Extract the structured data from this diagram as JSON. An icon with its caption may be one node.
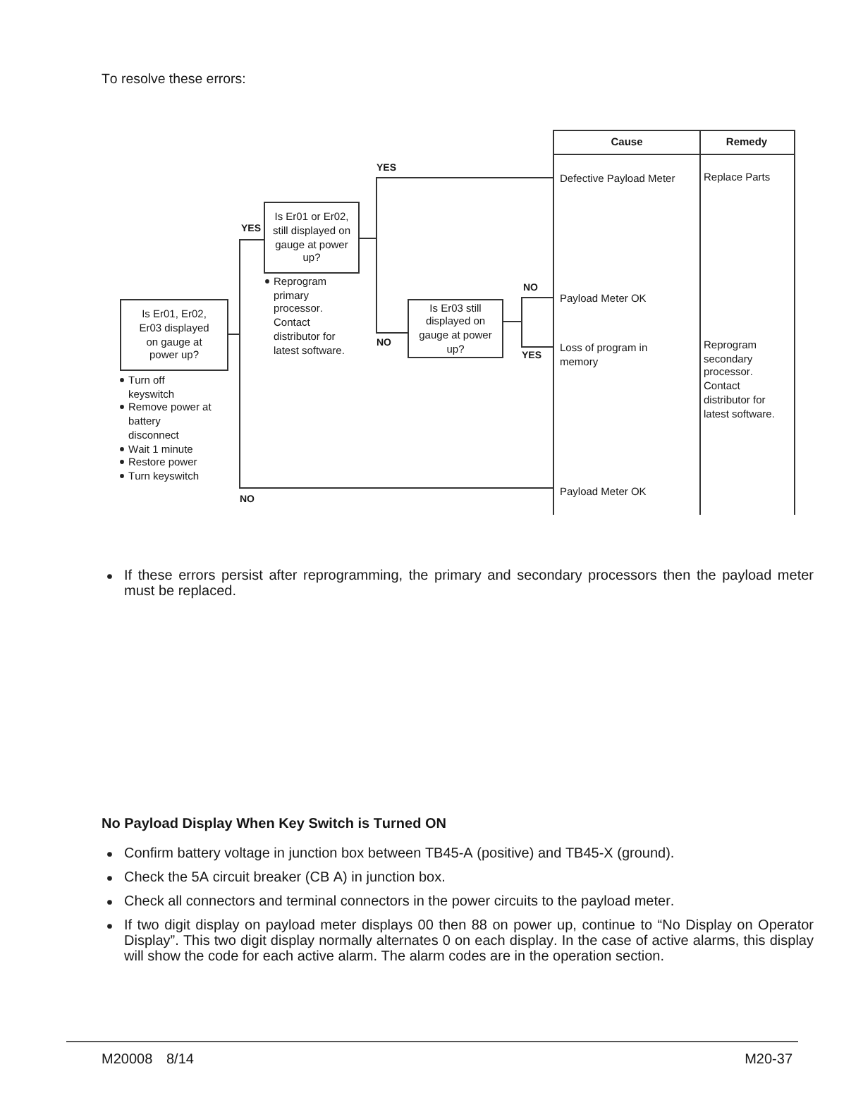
{
  "diagram": {
    "nodes": [
      {
        "text": [
          "Is Er01, Er02, Er03 displayed on gauge at power up?"
        ],
        "beside": [
          "Turn off keyswitch",
          "Remove power at battery disconnect",
          "Wait 1 minute",
          "Restore power",
          "Turn keyswitch"
        ]
      },
      {
        "text": [
          "Is Er01 or Er02, still displayed on gauge at power up?"
        ],
        "beside": [
          "Reprogram primary processor. Contact distributor for latest software."
        ]
      },
      {
        "text": [
          "Is Er03 still displayed on gauge at power up?"
        ]
      },
      {
        "text": [
          "Cause",
          "Remedy"
        ]
      },
      {
        "text": [
          "Defective Payload Meter"
        ],
        "in": 3
      },
      {
        "text": [
          "Payload Meter OK"
        ],
        "in": 3
      },
      {
        "text": [
          "Loss of program in memory"
        ],
        "in": 3
      },
      {
        "text": [
          "Payload Meter OK"
        ],
        "in": 3
      }
    ],
    "edges": [
      {
        "from": 0,
        "to": 1,
        "arrow": "none",
        "label": "YES"
      },
      {
        "from": 0,
        "to": 7,
        "arrow": "none",
        "label": "NO"
      },
      {
        "from": 1,
        "to": 4,
        "arrow": "none",
        "label": "YES"
      },
      {
        "from": 1,
        "to": 2,
        "arrow": "none",
        "label": "NO"
      },
      {
        "from": 2,
        "to": 5,
        "arrow": "none",
        "label": "NO"
      },
      {
        "from": 2,
        "to": 6,
        "arrow": "none",
        "label": "YES"
      }
    ],
    "labels": [
      "To resolve these errors:",
      "Replace Parts",
      "Reprogram secondary processor. Contact distributor for latest software.",
      "If these errors persist after reprogramming, the primary and secondary processors then the payload meter must be replaced.",
      "No Payload Display When Key Switch is Turned ON",
      "Confirm battery voltage in junction box between TB45-A (positive) and TB45-X (ground).",
      "Check the 5A circuit breaker (CB A) in junction box.",
      "Check all connectors and terminal connectors in the power circuits to the payload meter.",
      "If two digit display on payload meter displays 00 then 88 on power up, continue to “No Display on Operator Display”. This two digit display normally alternates 0 on each display. In the case of active alarms, this display will show the code for each active alarm. The alarm codes are in the operation section.",
      "M20008",
      "8/14",
      "M20-37"
    ]
  }
}
